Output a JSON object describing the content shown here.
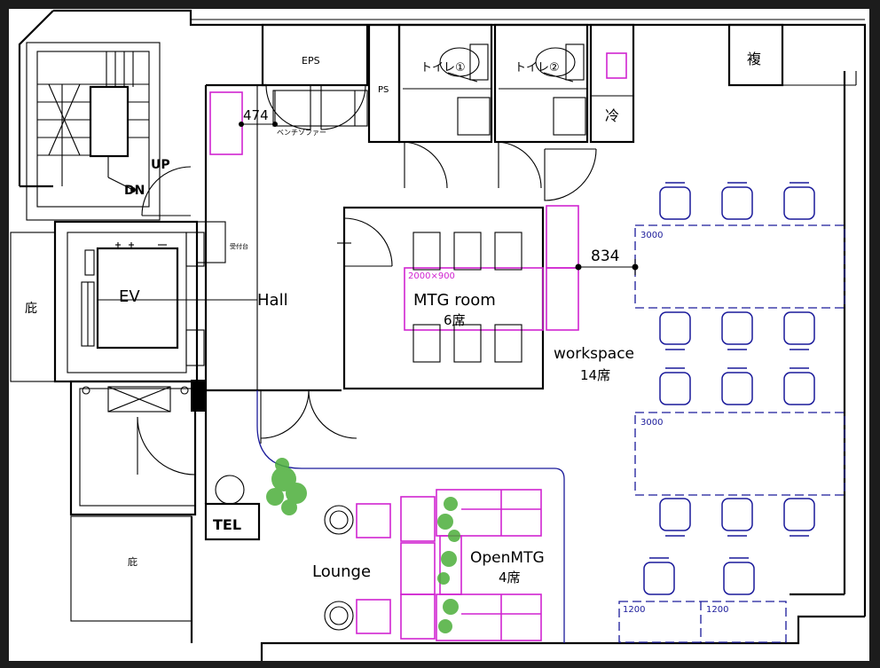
{
  "labels": {
    "eps": "EPS",
    "ps": "PS",
    "toilet1": "トイレ①",
    "toilet2": "トイレ②",
    "fukugou": "複",
    "rei": "冷",
    "dim_474": "474",
    "bench_sofa": "ベンチソファー",
    "up": "UP",
    "dn": "DN",
    "uketsuke": "受付台",
    "ev": "EV",
    "hisashi_left": "庇",
    "hisashi_bottom": "庇",
    "hall": "Hall",
    "mtg_size": "2000×900",
    "mtg_room": "MTG room",
    "mtg_seats": "6席",
    "dim_834": "834",
    "ws_table1": "3000",
    "ws_table2": "3000",
    "workspace": "workspace",
    "workspace_seats": "14席",
    "tel": "TEL",
    "lounge": "Lounge",
    "open_mtg": "OpenMTG",
    "open_mtg_seats": "4席",
    "desk_a": "1200",
    "desk_b": "1200"
  },
  "colors": {
    "background": "#1c1c1c",
    "paper": "#ffffff",
    "walls": "#000000",
    "furniture_blue": "#1a1a9a",
    "furniture_magenta": "#d024d0",
    "plants": "#4caf3a"
  }
}
